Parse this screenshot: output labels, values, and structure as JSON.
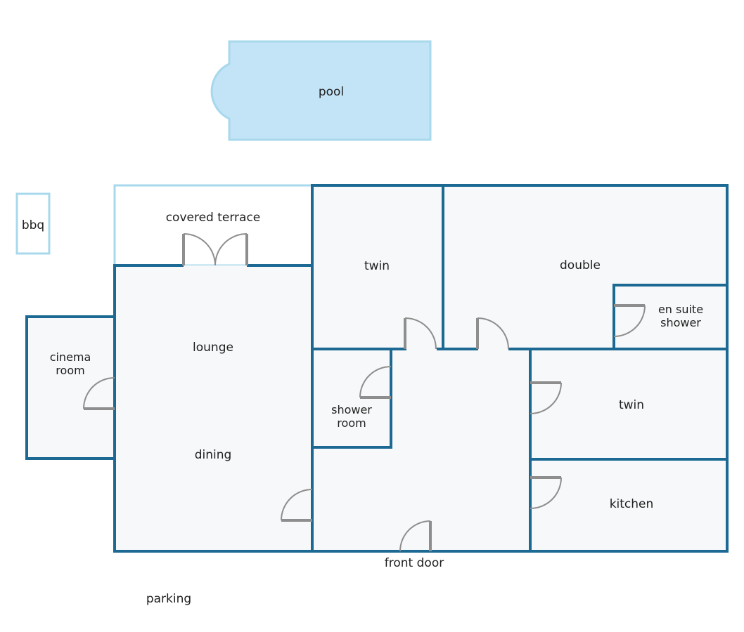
{
  "colors": {
    "wall": "#1c6a94",
    "pool_fill": "#c2e4f6",
    "pool_stroke": "#a8d8ec",
    "floor": "#f7f8f9",
    "door": "#8e8e8e"
  },
  "labels": {
    "pool": "pool",
    "bbq": "bbq",
    "covered_terrace": "covered terrace",
    "twin_top": "twin",
    "double": "double",
    "en_suite_line1": "en suite",
    "en_suite_line2": "shower",
    "cinema_line1": "cinema",
    "cinema_line2": "room",
    "lounge": "lounge",
    "dining": "dining",
    "shower_room_line1": "shower",
    "shower_room_line2": "room",
    "twin_right": "twin",
    "kitchen": "kitchen",
    "front_door": "front door",
    "parking": "parking"
  }
}
